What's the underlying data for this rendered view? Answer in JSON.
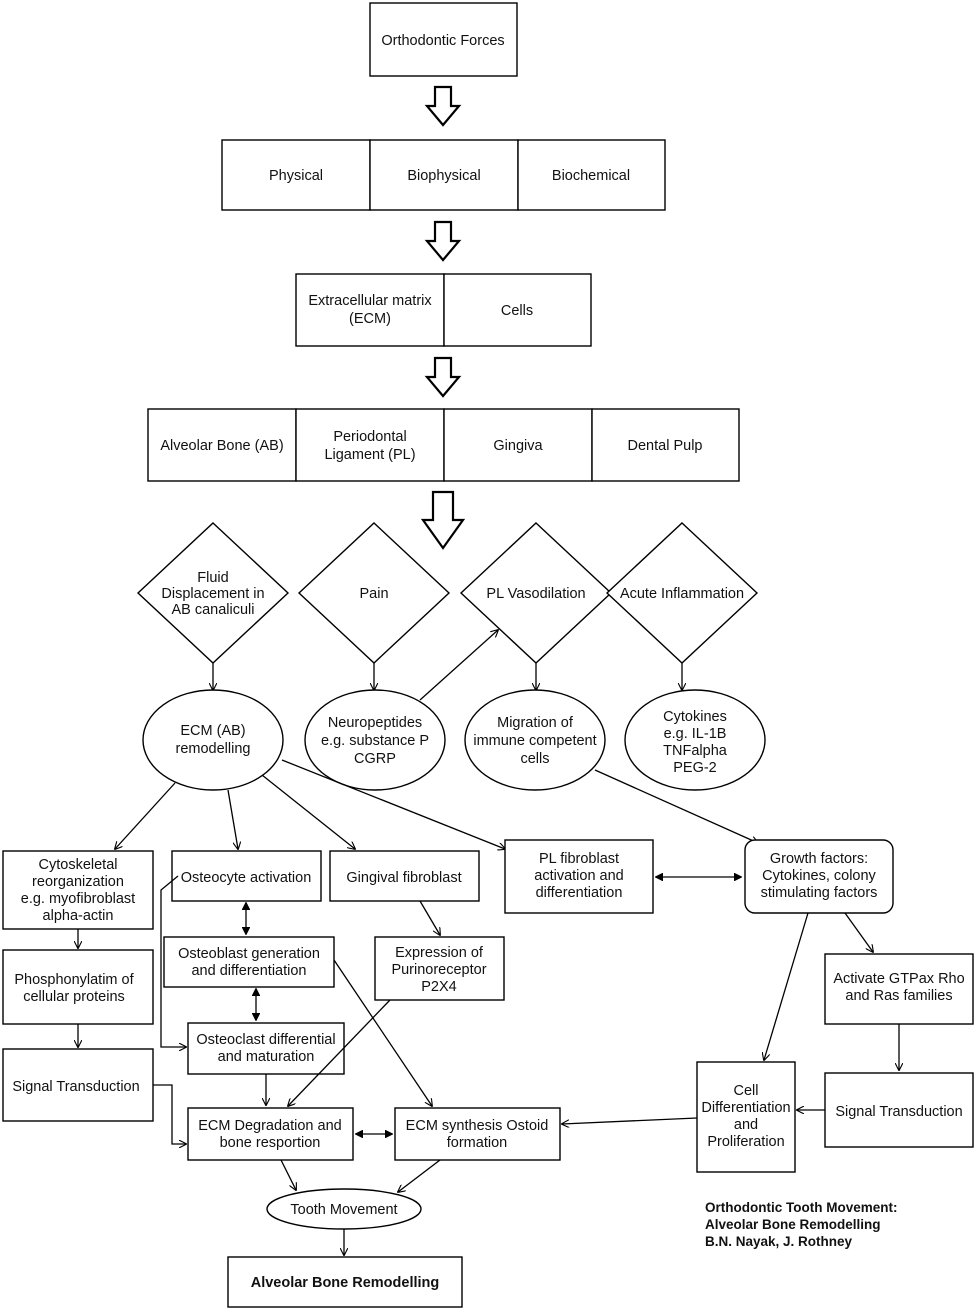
{
  "top": {
    "forces": "Orthodontic Forces",
    "physical": "Physical",
    "biophysical": "Biophysical",
    "biochemical": "Biochemical",
    "ecm_1": "Extracellular matrix",
    "ecm_2": "(ECM)",
    "cells": "Cells",
    "alveolar_bone": "Alveolar Bone (AB)",
    "pl_1": "Periodontal",
    "pl_2": "Ligament (PL)",
    "gingiva": "Gingiva",
    "dental_pulp": "Dental Pulp"
  },
  "diamonds": {
    "fluid_1": "Fluid",
    "fluid_2": "Displacement in",
    "fluid_3": "AB canaliculi",
    "pain": "Pain",
    "vasodilation": "PL Vasodilation",
    "inflammation": "Acute Inflammation"
  },
  "ellipses": {
    "ecm_1": "ECM (AB)",
    "ecm_2": "remodelling",
    "neuro_1": "Neuropeptides",
    "neuro_2": "e.g. substance P",
    "neuro_3": "CGRP",
    "migration_1": "Migration of",
    "migration_2": "immune competent",
    "migration_3": "cells",
    "cyto_1": "Cytokines",
    "cyto_2": "e.g. IL-1B",
    "cyto_3": "TNFalpha",
    "cyto_4": "PEG-2"
  },
  "boxes": {
    "cytoskeletal_1": "Cytoskeletal",
    "cytoskeletal_2": "reorganization",
    "cytoskeletal_3": "e.g. myofibroblast",
    "cytoskeletal_4": "alpha-actin",
    "phosph_1": "Phosphonylatim of",
    "phosph_2": "cellular proteins",
    "signal_left": "Signal Transduction",
    "osteocyte": "Osteocyte activation",
    "osteoblast_1": "Osteoblast generation",
    "osteoblast_2": "and differentiation",
    "osteoclast_1": "Osteoclast differential",
    "osteoclast_2": "and maturation",
    "gingival": "Gingival fibroblast",
    "purino_1": "Expression of",
    "purino_2": "Purinoreceptor",
    "purino_3": "P2X4",
    "plfib_1": "PL fibroblast",
    "plfib_2": "activation and",
    "plfib_3": "differentiation",
    "growth_1": "Growth factors:",
    "growth_2": "Cytokines, colony",
    "growth_3": "stimulating factors",
    "gtpax_1": "Activate GTPax Rho",
    "gtpax_2": "and Ras families",
    "signal_right": "Signal Transduction",
    "celldiff_1": "Cell",
    "celldiff_2": "Differentiation",
    "celldiff_3": "and",
    "celldiff_4": "Proliferation",
    "degradation_1": "ECM Degradation and",
    "degradation_2": "bone resportion",
    "synthesis_1": "ECM synthesis Ostoid",
    "synthesis_2": "formation",
    "tooth": "Tooth Movement",
    "remodelling": "Alveolar Bone Remodelling"
  },
  "caption": {
    "line1": "Orthodontic Tooth Movement:",
    "line2": "Alveolar Bone Remodelling",
    "line3": "B.N. Nayak, J. Rothney"
  }
}
